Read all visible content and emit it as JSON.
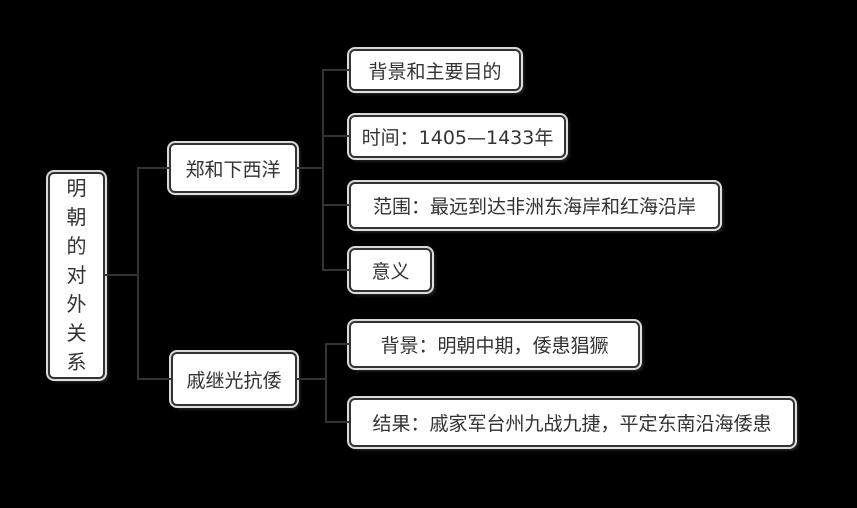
{
  "colors": {
    "background": "#000000",
    "box_fill": "#ffffff",
    "box_border": "#333333",
    "text": "#333333",
    "line": "#333333"
  },
  "root": {
    "label": "明朝的对外关系"
  },
  "branches": [
    {
      "label": "郑和下西洋",
      "children": [
        {
          "label": "背景和主要目的"
        },
        {
          "label": "时间：1405—1433年"
        },
        {
          "label": "范围：最远到达非洲东海岸和红海沿岸"
        },
        {
          "label": "意义"
        }
      ]
    },
    {
      "label": "戚继光抗倭",
      "children": [
        {
          "label": "背景：明朝中期，倭患猖獗"
        },
        {
          "label": "结果：戚家军台州九战九捷，平定东南沿海倭患"
        }
      ]
    }
  ]
}
